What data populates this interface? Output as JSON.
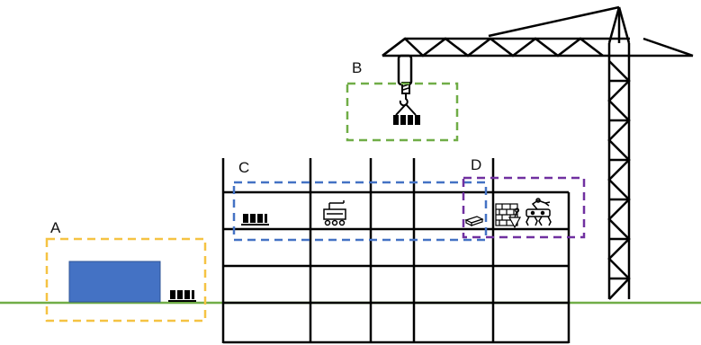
{
  "zones": [
    {
      "id": "A",
      "label": "A",
      "color": "#F5C343"
    },
    {
      "id": "B",
      "label": "B",
      "color": "#70AD47"
    },
    {
      "id": "C",
      "label": "C",
      "color": "#4472C4"
    },
    {
      "id": "D",
      "label": "D",
      "color": "#7030A0"
    }
  ],
  "colors": {
    "ground": "#70AD47",
    "structure": "#000000",
    "container": "#4472C4",
    "background": "#FFFFFF"
  },
  "icons": {
    "material_stack": "pallet-stack-icon",
    "crane_hook": "crane-hook-icon",
    "delivery_robot": "delivery-robot-icon",
    "bricklaying": "brick-wall-trowel-icon",
    "quadruped_robot": "quadruped-robot-icon",
    "brick": "brick-icon"
  }
}
